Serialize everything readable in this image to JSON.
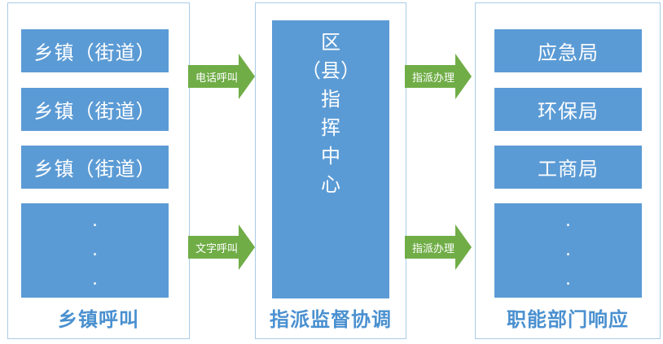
{
  "left": {
    "items": [
      "乡镇（街道）",
      "乡镇（街道）",
      "乡镇（街道）"
    ],
    "dots": [
      ".",
      ".",
      "."
    ],
    "footer": "乡镇呼叫"
  },
  "middle": {
    "chars": [
      "区",
      "（县）",
      "指",
      "挥",
      "中",
      "心"
    ],
    "footer": "指派监督协调"
  },
  "right": {
    "items": [
      "应急局",
      "环保局",
      "工商局"
    ],
    "dots": [
      ".",
      ".",
      "."
    ],
    "footer": "职能部门响应"
  },
  "arrows": {
    "left_top": "电话呼叫",
    "left_bottom": "文字呼叫",
    "right_top": "指派办理",
    "right_bottom": "指派办理"
  },
  "colors": {
    "box": "#5b9bd5",
    "arrow": "#70ad47",
    "footer_text": "#4a90d0",
    "panel_border": "#a9cbe6"
  }
}
